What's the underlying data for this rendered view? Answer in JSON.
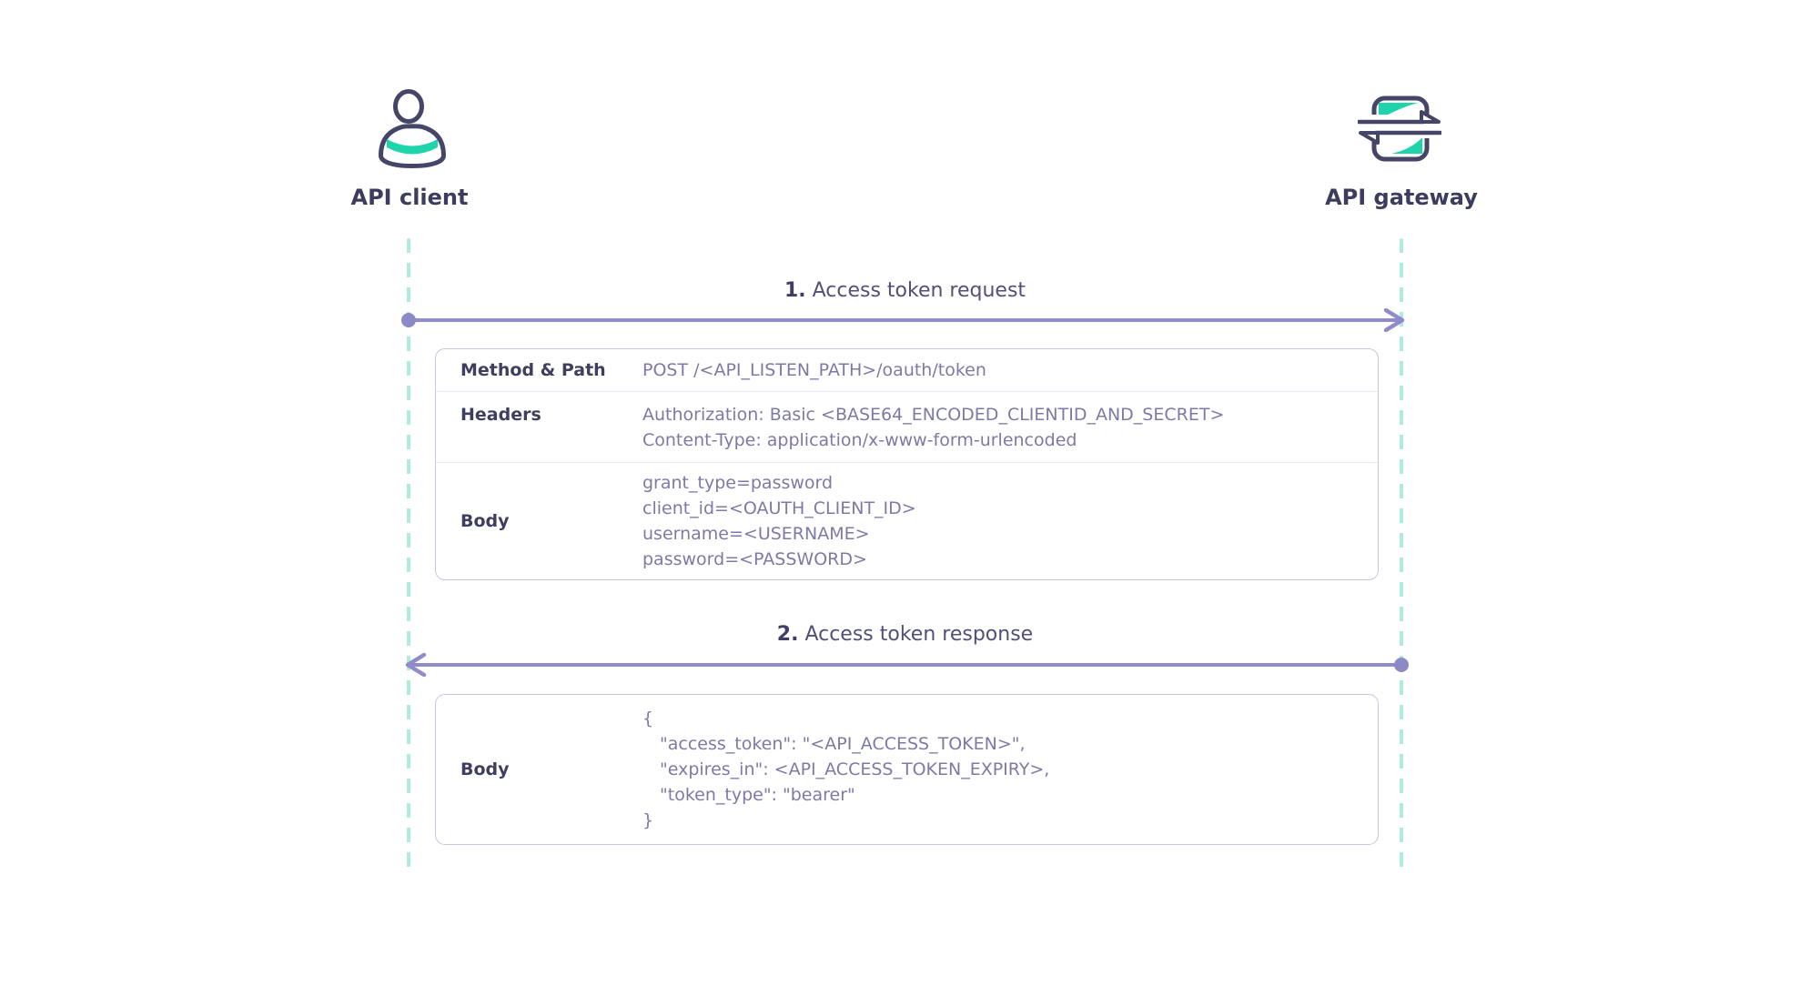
{
  "diagram": {
    "actors": [
      {
        "label": "API client",
        "icon": "user-icon"
      },
      {
        "label": "API gateway",
        "icon": "gateway-sync-icon"
      }
    ],
    "messages": [
      {
        "step": "1.",
        "title": "Access token request",
        "details": {
          "rows": [
            {
              "label": "Method & Path",
              "lines": [
                "POST /<API_LISTEN_PATH>/oauth/token"
              ]
            },
            {
              "label": "Headers",
              "lines": [
                "Authorization: Basic <BASE64_ENCODED_CLIENTID_AND_SECRET>",
                "Content-Type: application/x-www-form-urlencoded"
              ]
            },
            {
              "label": "Body",
              "lines": [
                "grant_type=password",
                "client_id=<OAUTH_CLIENT_ID>",
                "username=<USERNAME>",
                "password=<PASSWORD>"
              ]
            }
          ]
        }
      },
      {
        "step": "2.",
        "title": "Access token response",
        "details": {
          "rows": [
            {
              "label": "Body",
              "lines": [
                "{",
                "\"access_token\": \"<API_ACCESS_TOKEN>\",",
                "\"expires_in\": <API_ACCESS_TOKEN_EXPIRY>,",
                "\"token_type\": \"bearer\"",
                "}"
              ]
            }
          ]
        }
      }
    ],
    "colors": {
      "accent_teal": "#1fd4ab",
      "lifeline_teal": "#b0ebdf",
      "arrow_purple": "#908bc9",
      "icon_outline_navy": "#454567",
      "heading_navy": "#3c3c5e",
      "title_text": "#50507a",
      "value_text": "#7d7aa6",
      "table_border": "#c8c4e6",
      "row_divider": "#e9e7f5"
    }
  }
}
